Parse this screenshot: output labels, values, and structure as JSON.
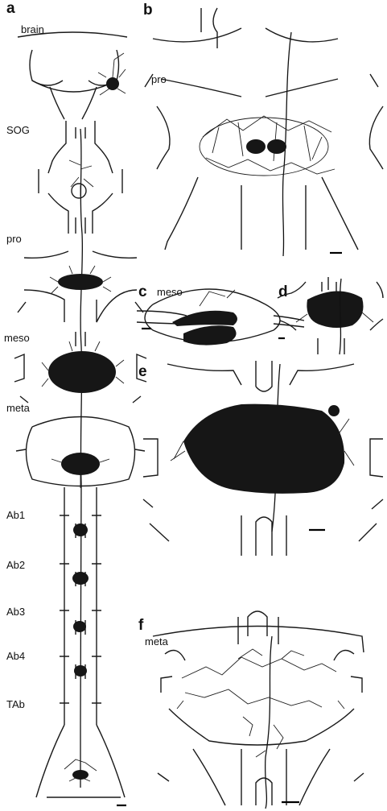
{
  "panels": {
    "a": {
      "letter": "a",
      "regions": [
        "brain",
        "SOG",
        "pro",
        "meso",
        "meta",
        "Ab1",
        "Ab2",
        "Ab3",
        "Ab4",
        "TAb"
      ]
    },
    "b": {
      "letter": "b",
      "region": "pro"
    },
    "c": {
      "letter": "c",
      "region": "meso"
    },
    "d": {
      "letter": "d"
    },
    "e": {
      "letter": "e"
    },
    "f": {
      "letter": "f",
      "region": "meta"
    }
  },
  "colors": {
    "ink": "#111111",
    "background": "#ffffff"
  }
}
